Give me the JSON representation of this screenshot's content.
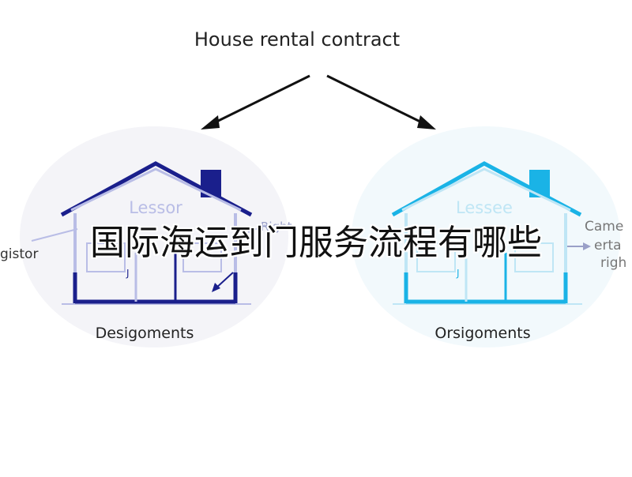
{
  "diagram": {
    "title": "House rental contract",
    "lessor": {
      "label": "Lessor",
      "caption": "Desigoments",
      "side_left_text": "gistor",
      "side_right_text": "Right",
      "color": "#1a1f8c",
      "light_color": "#b9bde6"
    },
    "lessee": {
      "label": "Lessee",
      "caption": "Orsigoments",
      "side_right_lines": [
        "Came",
        "erta",
        "righ"
      ],
      "color": "#1ab3e6",
      "light_color": "#bfe6f5"
    },
    "overlay_text": "国际海运到门服务流程有哪些"
  },
  "colors": {
    "arrow": "#111111",
    "text": "#222222"
  }
}
